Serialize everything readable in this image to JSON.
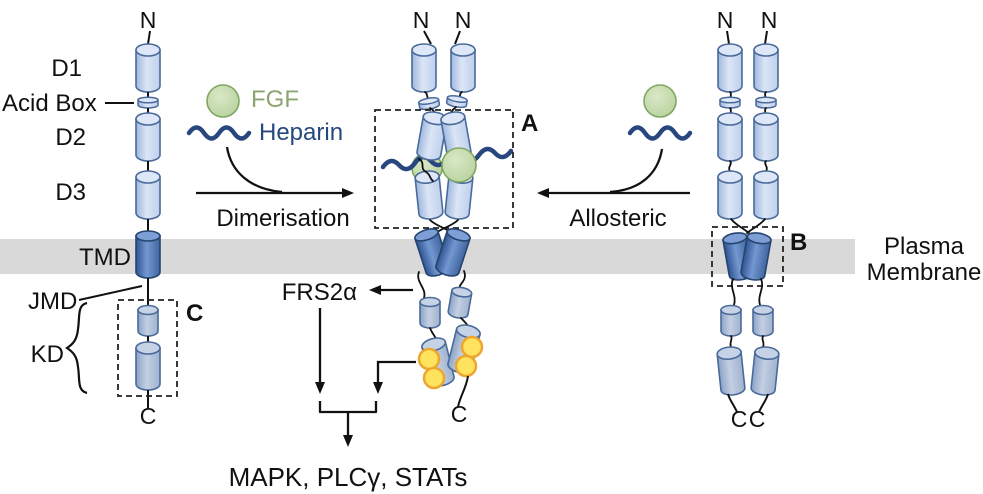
{
  "labels": {
    "n_terminus": "N",
    "c_terminus": "C",
    "d1": "D1",
    "acid_box": "Acid Box",
    "d2": "D2",
    "d3": "D3",
    "tmd": "TMD",
    "jmd": "JMD",
    "kd": "KD",
    "box_a": "A",
    "box_b": "B",
    "box_c": "C",
    "fgf": "FGF",
    "heparin": "Heparin",
    "dimerisation": "Dimerisation",
    "allosteric": "Allosteric",
    "frs2a": "FRS2α",
    "membrane_line1": "Plasma",
    "membrane_line2": "Membrane",
    "signaling_outputs": "MAPK, PLCγ, STATs"
  },
  "colors": {
    "ig_domain_fill": "#c6d6ef",
    "ig_domain_stroke": "#4a6a9a",
    "tmd_fill": "#4d77b8",
    "kinase_fill": "#a9bcd9",
    "membrane_gray": "#d9d9d9",
    "fgf_green": "#c3d9a8",
    "fgf_text_green": "#8ca46f",
    "heparin_blue": "#27477e",
    "phosphate_yellow": "#ffe35e",
    "phosphate_orange": "#eda62f",
    "line_black": "#111111"
  }
}
